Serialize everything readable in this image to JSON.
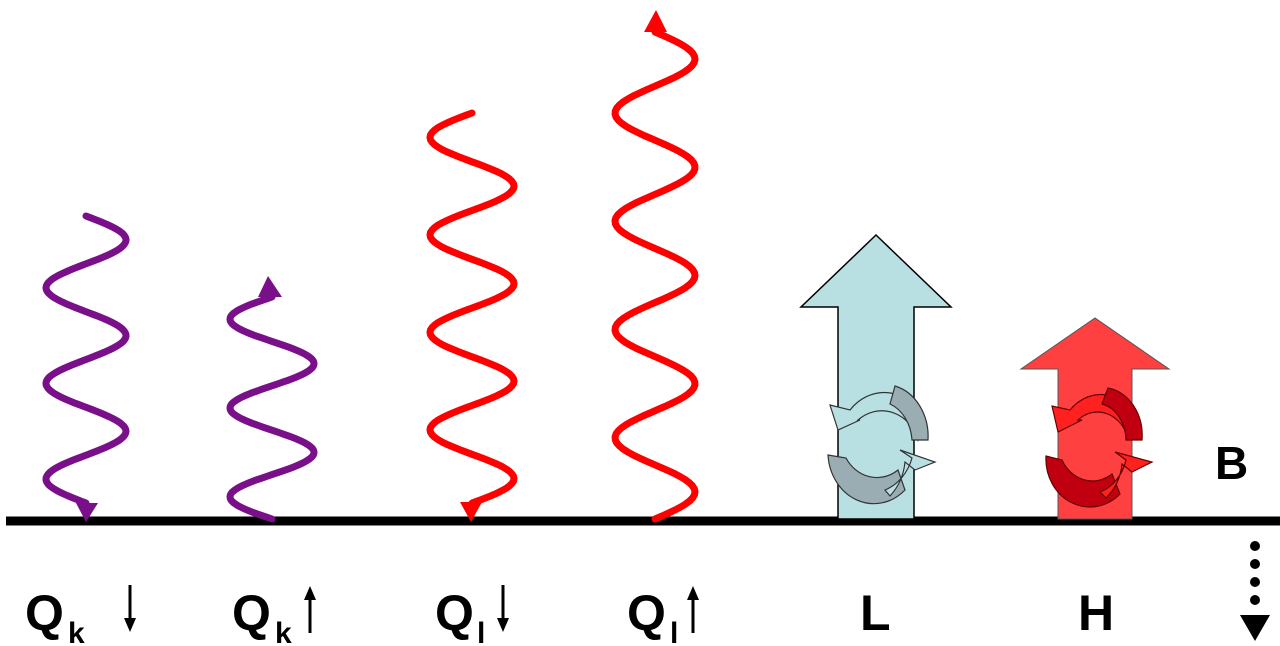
{
  "colors": {
    "shortwave": "#7a0f8a",
    "longwave": "#ff0000",
    "latent_arrow": "#b8e0e3",
    "latent_cycle": "#9aadb2",
    "sensible_arrow": "#ff4040",
    "sensible_cycle": "#d00010",
    "ground": "#000000"
  },
  "labels": {
    "qk_down": {
      "main": "Q",
      "sub": "k",
      "arrow": "down"
    },
    "qk_up": {
      "main": "Q",
      "sub": "k",
      "arrow": "up"
    },
    "ql_down": {
      "main": "Q",
      "sub": "l",
      "arrow": "down"
    },
    "ql_up": {
      "main": "Q",
      "sub": "l",
      "arrow": "up"
    },
    "latent": "L",
    "sensible": "H",
    "ground_flux": "B"
  },
  "icons": {
    "shortwave_in": "wavy-arrow-down-icon",
    "shortwave_out": "wavy-arrow-up-icon",
    "longwave_in": "wavy-arrow-down-icon",
    "longwave_out": "wavy-arrow-up-icon",
    "latent": "block-arrow-up-icon",
    "sensible": "block-arrow-up-icon",
    "eddy": "circular-arrows-icon",
    "ground": "dotted-arrow-down-icon"
  }
}
